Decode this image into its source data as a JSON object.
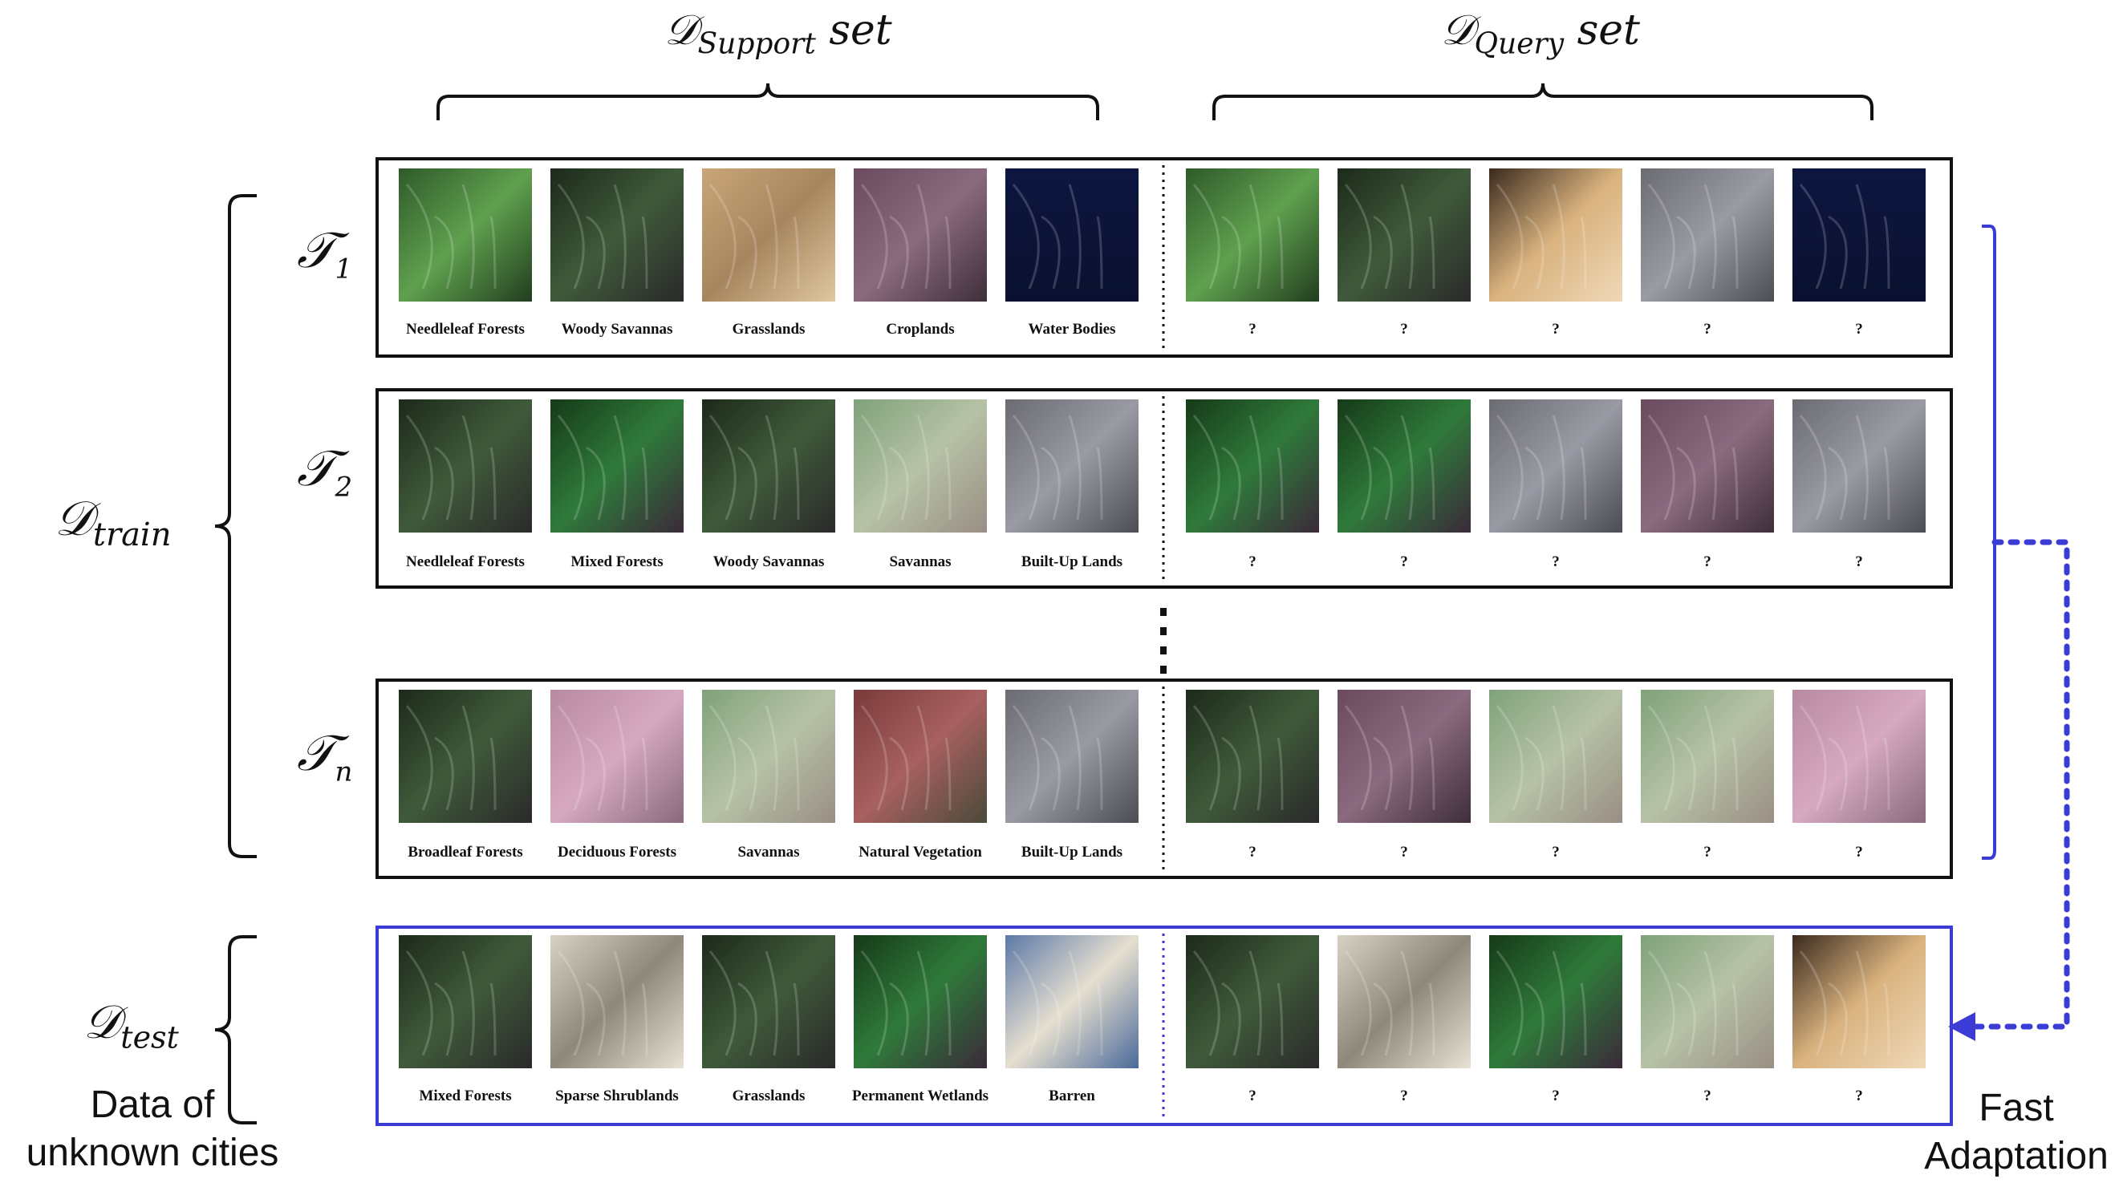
{
  "header": {
    "support_label": {
      "symbol": "𝒟",
      "subscript": "Support",
      "suffix": "set"
    },
    "query_label": {
      "symbol": "𝒟",
      "subscript": "Query",
      "suffix": "set"
    }
  },
  "left": {
    "train_label": {
      "symbol": "𝒟",
      "subscript": "train"
    },
    "test_label": {
      "symbol": "𝒟",
      "subscript": "test"
    },
    "test_caption": "Data of\nunknown cities"
  },
  "right": {
    "fast_adaptation": "Fast\nAdaptation"
  },
  "tasks": [
    {
      "symbol": "𝒯",
      "subscript": "1",
      "support": [
        "Needleleaf Forests",
        "Woody Savannas",
        "Grasslands",
        "Croplands",
        "Water Bodies"
      ],
      "query": [
        "?",
        "?",
        "?",
        "?",
        "?"
      ]
    },
    {
      "symbol": "𝒯",
      "subscript": "2",
      "support": [
        "Needleleaf Forests",
        "Mixed Forests",
        "Woody Savannas",
        "Savannas",
        "Built-Up Lands"
      ],
      "query": [
        "?",
        "?",
        "?",
        "?",
        "?"
      ]
    },
    {
      "symbol": "𝒯",
      "subscript": "n",
      "support": [
        "Broadleaf Forests",
        "Deciduous Forests",
        "Savannas",
        "Natural Vegetation",
        "Built-Up Lands"
      ],
      "query": [
        "?",
        "?",
        "?",
        "?",
        "?"
      ]
    }
  ],
  "test_row": {
    "support": [
      "Mixed Forests",
      "Sparse Shrublands",
      "Grasslands",
      "Permanent Wetlands",
      "Barren"
    ],
    "query": [
      "?",
      "?",
      "?",
      "?",
      "?"
    ]
  },
  "colors": {
    "frame": "#111111",
    "accent": "#3b3bd6"
  }
}
